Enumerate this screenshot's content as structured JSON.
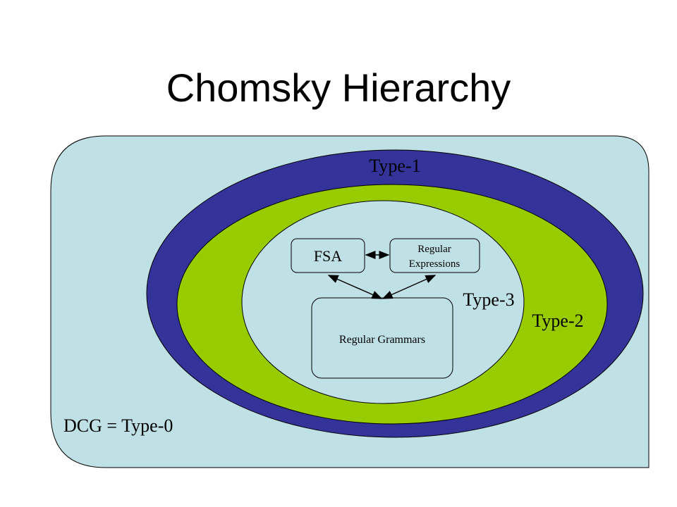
{
  "title": "Chomsky Hierarchy",
  "diagram": {
    "outer_label": "DCG = Type-0",
    "type1_label": "Type-1",
    "type2_label": "Type-2",
    "type3_label": "Type-3",
    "fsa_label": "FSA",
    "regex_label_line1": "Regular",
    "regex_label_line2": "Expressions",
    "grammar_label": "Regular Grammars",
    "colors": {
      "type0_fill": "#bfe0e4",
      "type1_fill": "#333399",
      "type2_fill": "#99cc00",
      "type3_fill": "#bfe0e4",
      "box_fill": "#bfe0e4",
      "stroke": "#000000"
    }
  }
}
